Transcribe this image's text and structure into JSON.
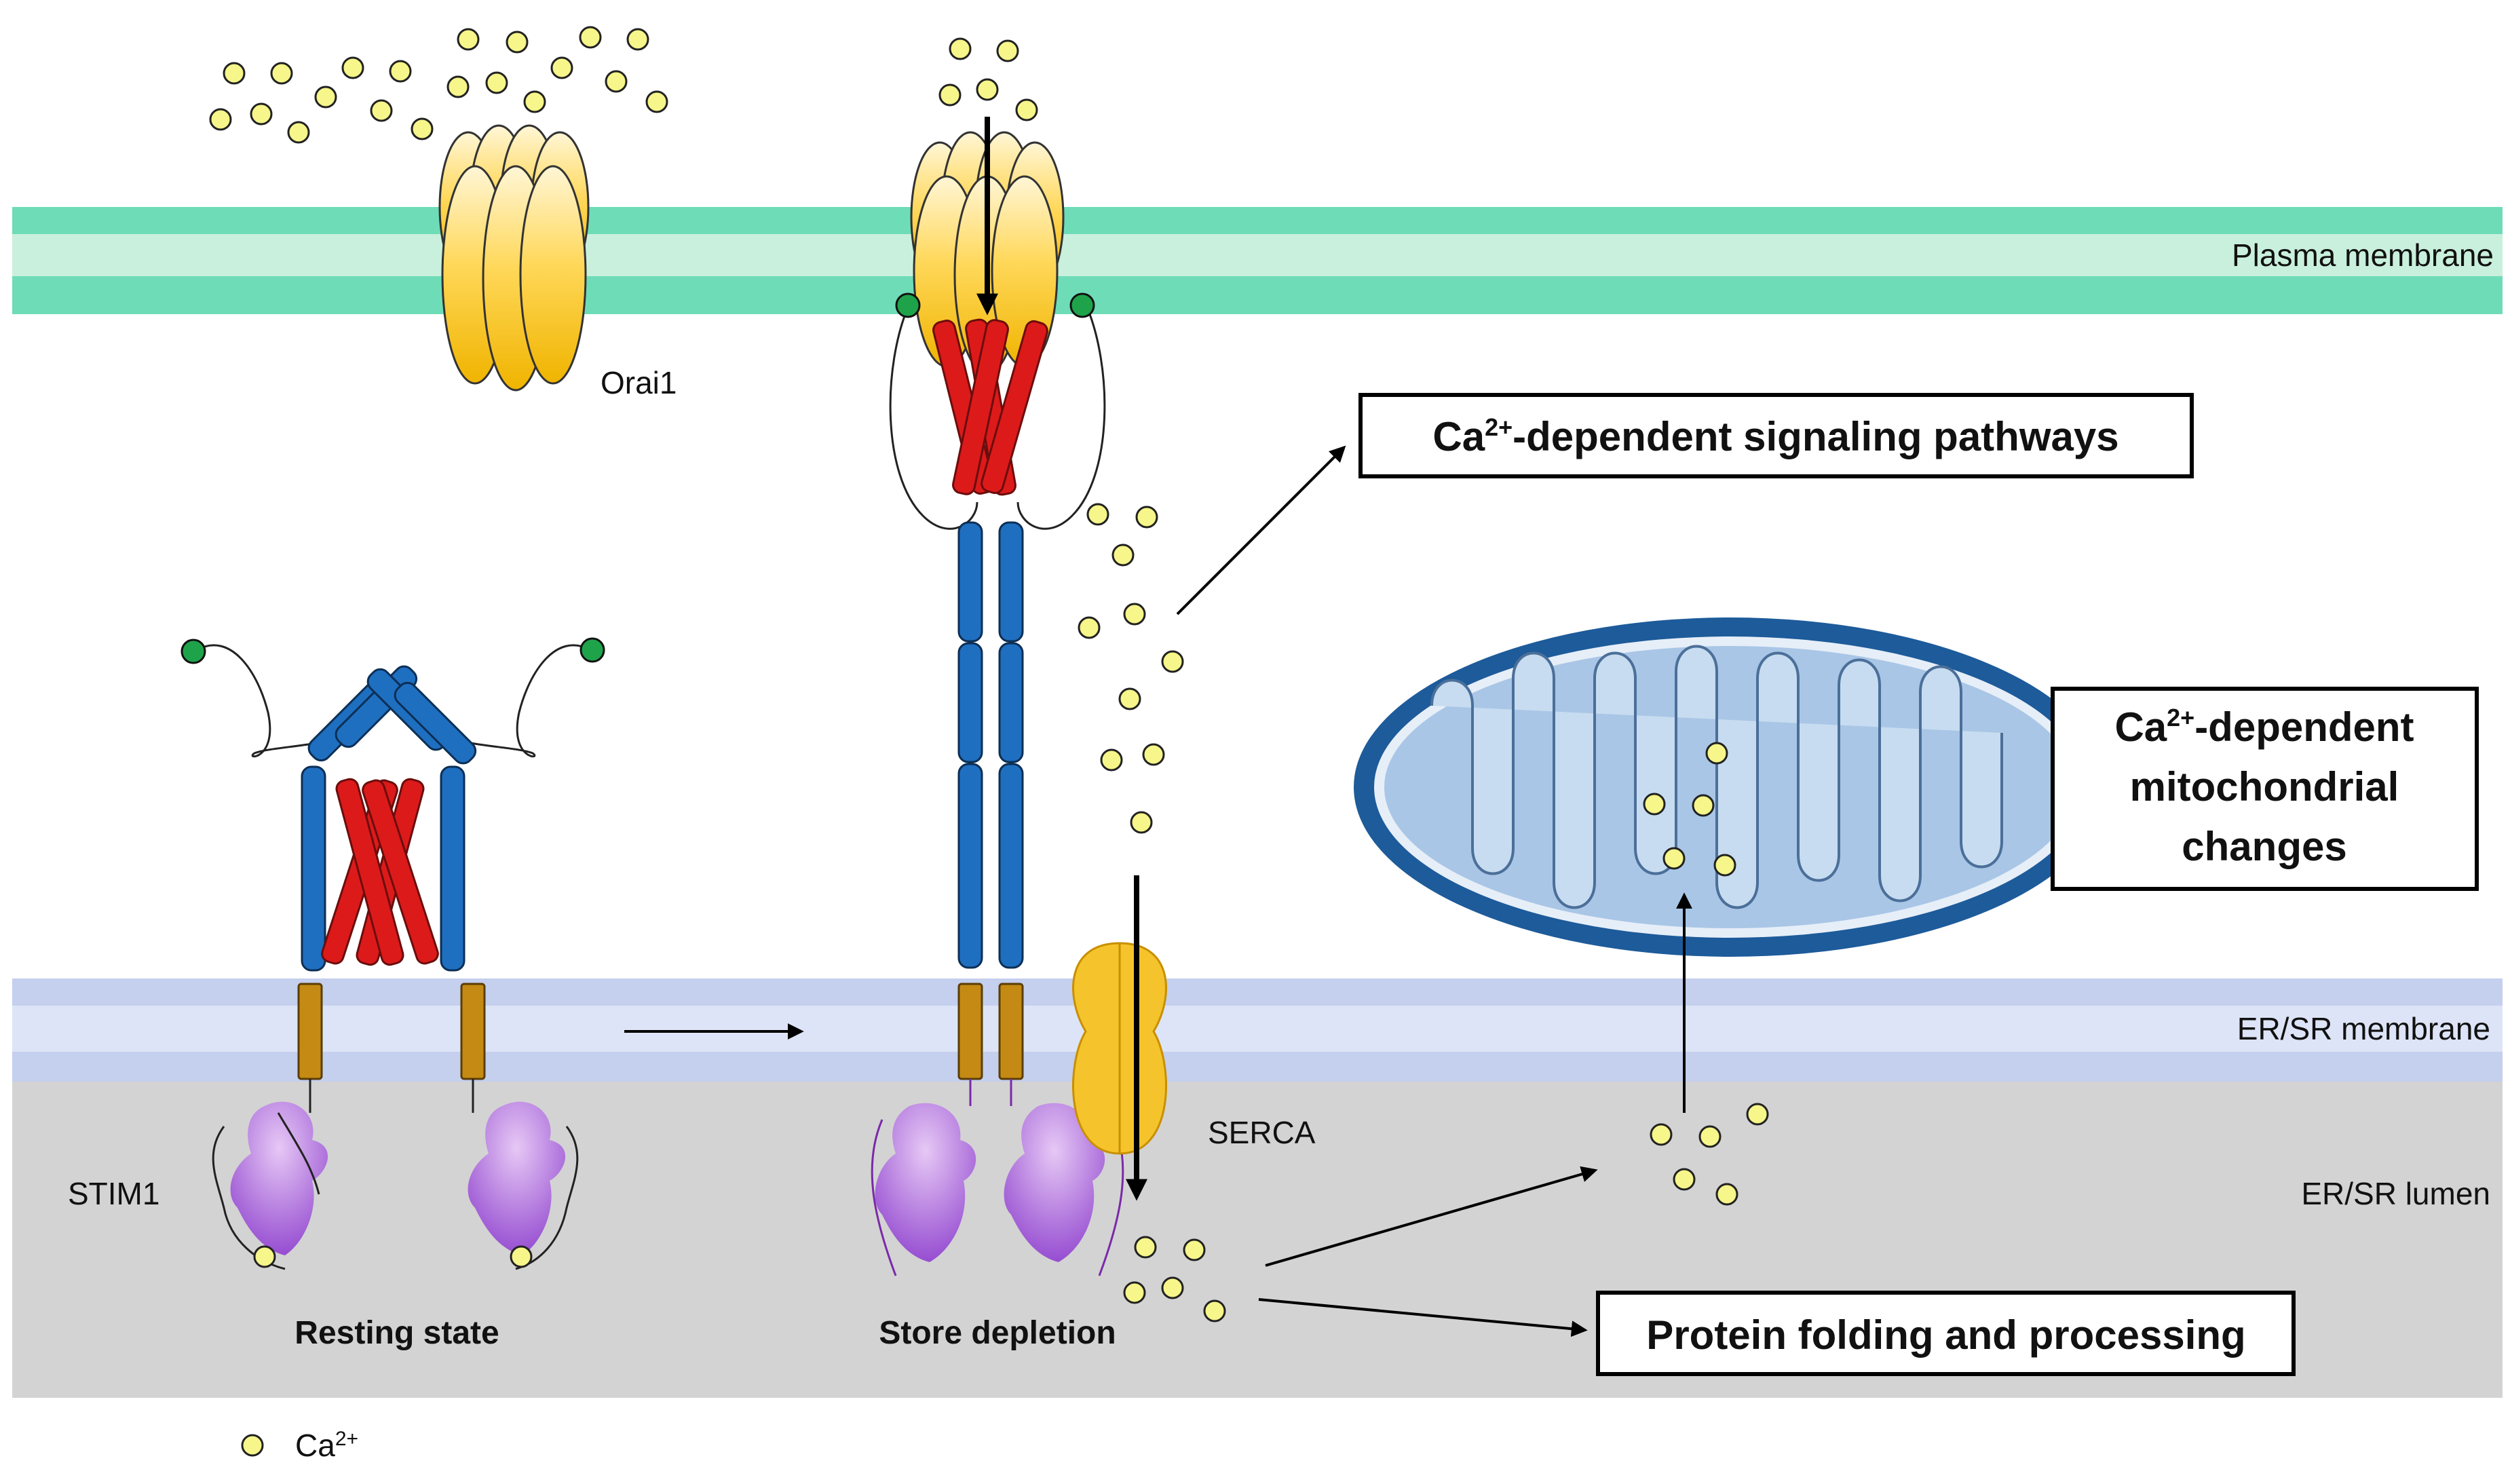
{
  "labels": {
    "plasma_membrane": "Plasma membrane",
    "er_sr_membrane": "ER/SR membrane",
    "er_sr_lumen": "ER/SR lumen",
    "orai1": "Orai1",
    "stim1": "STIM1",
    "serca": "SERCA",
    "resting_state": "Resting state",
    "store_depletion": "Store depletion",
    "legend_ca": "Ca",
    "legend_ca_charge": "2+"
  },
  "boxes": {
    "signaling": {
      "ion": "Ca",
      "charge": "2+",
      "text": "-dependent signaling pathways"
    },
    "mitochondrial": {
      "line1_ion": "Ca",
      "line1_charge": "2+",
      "line1_text": "-dependent",
      "line2": "mitochondrial",
      "line3": "changes"
    },
    "protein": {
      "text": "Protein folding and processing"
    }
  },
  "colors": {
    "plasma_membrane_outer": "#6fdcb8",
    "plasma_membrane_inner": "#c9f0dc",
    "er_membrane_outer": "#c5cfee",
    "er_membrane_inner": "#dde4f7",
    "er_lumen": "#d3d3d3",
    "calcium": "#f6f68a",
    "orai": "#f5c42c",
    "stim_blue": "#1f6fc1",
    "stim_red": "#dd1a1a",
    "stim_brown": "#c48a14",
    "stim_purple": "#9b4fd3",
    "mito_outer": "#1d5b9a",
    "mito_inner": "#bcd4ec",
    "green_dot": "#1fa34a"
  }
}
